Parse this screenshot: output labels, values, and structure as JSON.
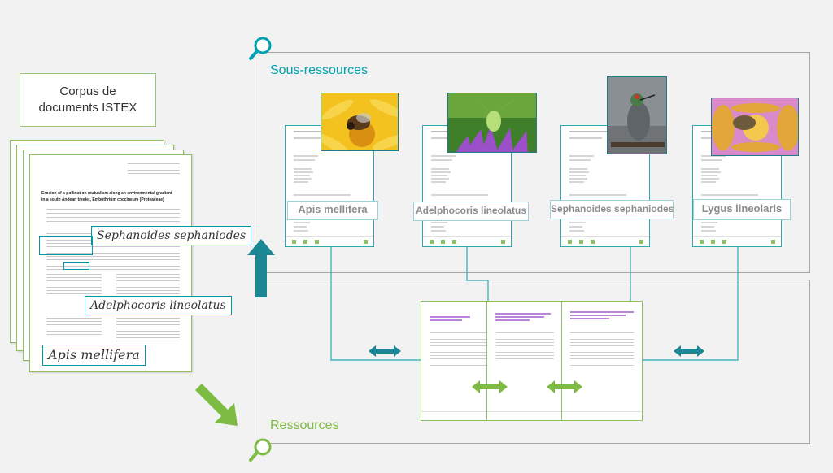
{
  "corpus": {
    "line1": "Corpus de",
    "line2": "documents ISTEX"
  },
  "sections": {
    "sub": "Sous-ressources",
    "res": "Ressources"
  },
  "document": {
    "title_line1": "Erosion of a pollination mutualism along an environmental gradient",
    "title_line2": "in a south Andean treelet, Embothrium coccineum (Proteaceae)"
  },
  "tags": [
    {
      "label": "Sephanoides sephaniodes"
    },
    {
      "label": "Adelphocoris lineolatus"
    },
    {
      "label": "Apis mellifera"
    }
  ],
  "cards": [
    {
      "label": "Apis mellifera"
    },
    {
      "label": "Adelphocoris lineolatus"
    },
    {
      "label": "Sephanoides sephaniodes"
    },
    {
      "label": "Lygus lineolaris"
    }
  ],
  "colors": {
    "teal": "#00a0b0",
    "green": "#8cc163",
    "frame": "#a6a6a6"
  },
  "icons": [
    "search-icon",
    "arrow-up-icon",
    "arrow-down-right-icon",
    "double-arrow-icon"
  ]
}
